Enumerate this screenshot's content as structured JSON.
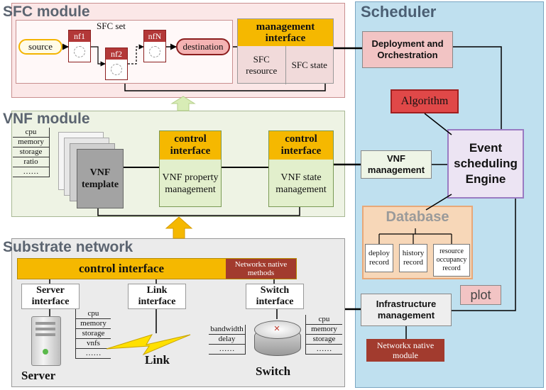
{
  "sfc": {
    "title": "SFC module",
    "set_label": "SFC set",
    "nodes": {
      "source": "source",
      "nf1": "nf1",
      "nf2": "nf2",
      "nfN": "nfN",
      "destination": "destination"
    },
    "mgmt_title": "management interface",
    "sfc_resource": "SFC resource",
    "sfc_state": "SFC state"
  },
  "vnf": {
    "title": "VNF module",
    "attrs": [
      "cpu",
      "memory",
      "storage",
      "ratio",
      "……"
    ],
    "template": "VNF template",
    "ctrl1_title": "control interface",
    "ctrl1_body": "VNF property management",
    "ctrl2_title": "control interface",
    "ctrl2_body": "VNF state management"
  },
  "substrate": {
    "title": "Substrate network",
    "control_bar": "control interface",
    "networkx_methods": "Networkx native methods",
    "server_interface": "Server interface",
    "link_interface": "Link interface",
    "switch_interface": "Switch interface",
    "server_attrs": [
      "cpu",
      "memory",
      "storage",
      "vnfs",
      "……"
    ],
    "link_attrs": [
      "bandwidth",
      "delay",
      "……"
    ],
    "switch_attrs": [
      "cpu",
      "memory",
      "storage",
      "……"
    ],
    "server_label": "Server",
    "link_label": "Link",
    "switch_label": "Switch"
  },
  "scheduler": {
    "title": "Scheduler",
    "deploy": "Deployment and Orchestration",
    "algorithm": "Algorithm",
    "vnf_mgmt": "VNF management",
    "engine": "Event scheduling Engine",
    "database": "Database",
    "records": [
      "deploy record",
      "history record",
      "resource occupancy record"
    ],
    "plot": "plot",
    "infra": "Infrastructure management",
    "networkx_module": "Networkx native module"
  },
  "colors": {
    "scheduler_bg": "#bfe0ef",
    "sfc_bg": "#fbe7e7",
    "vnf_bg": "#eef3e4",
    "substrate_bg": "#ebebeb",
    "accent_yellow": "#f5b800",
    "algorithm_red": "#e04848",
    "engine_purple": "#9a7bc2",
    "networkx_brown": "#a23b2e"
  }
}
